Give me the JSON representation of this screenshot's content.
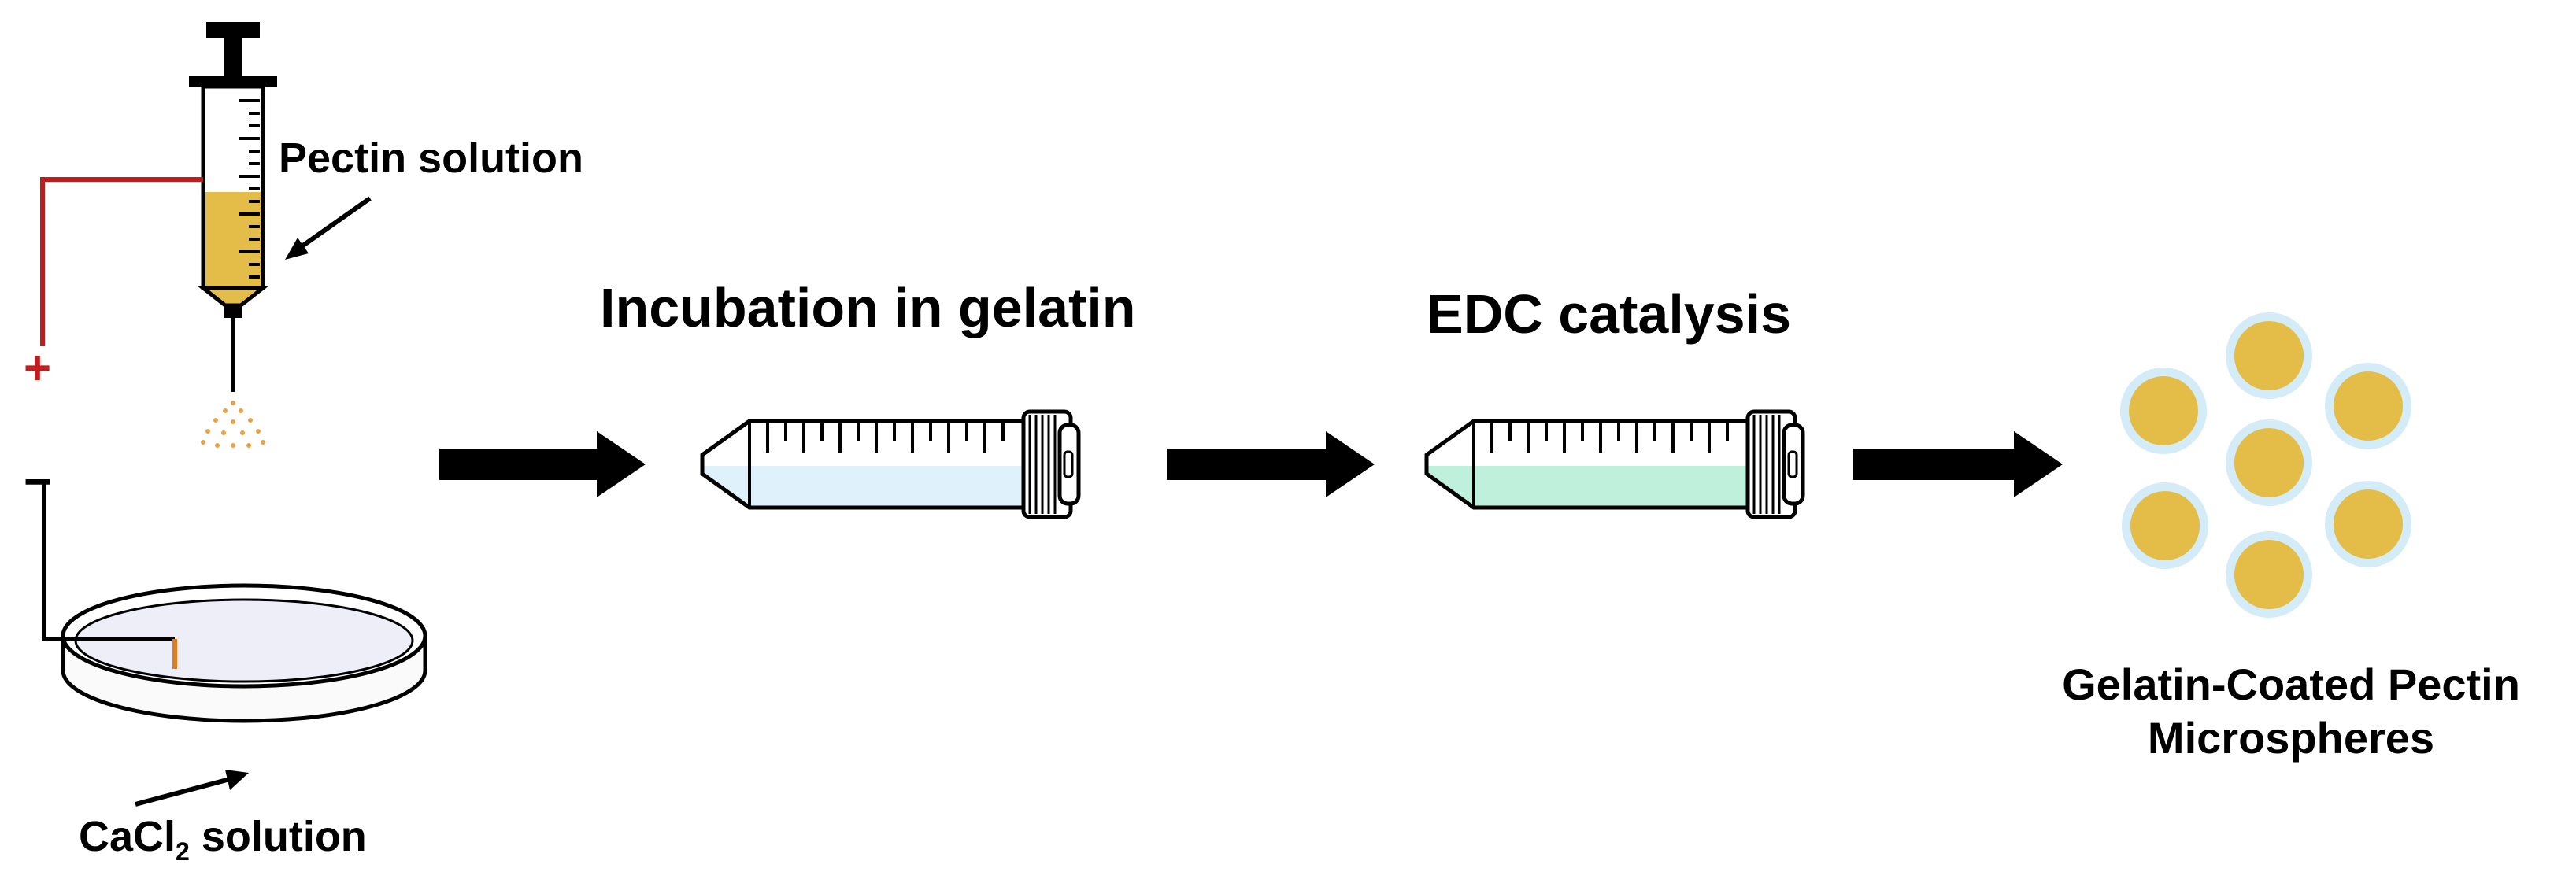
{
  "diagram": {
    "labels": {
      "pectin_solution": "Pectin solution",
      "cacl2_prefix": "CaCl",
      "cacl2_subscript": "2",
      "cacl2_suffix": " solution",
      "incubation": "Incubation in gelatin",
      "edc": "EDC catalysis",
      "product_line1": "Gelatin-Coated Pectin",
      "product_line2": "Microspheres"
    },
    "electrodes": {
      "positive": "+",
      "negative": "−"
    },
    "colors": {
      "pectin": "#e3bd47",
      "gelatin_coat": "#d4ecf8",
      "tube_gelatin_fill": "#dff1fb",
      "tube_edc_fill": "#bff0dc",
      "wire_positive": "#c21d1d",
      "wire_negative": "#000000",
      "dish_liquid": "#eeeef9",
      "electrode_tip": "#e07c20",
      "arrow": "#000000"
    }
  }
}
